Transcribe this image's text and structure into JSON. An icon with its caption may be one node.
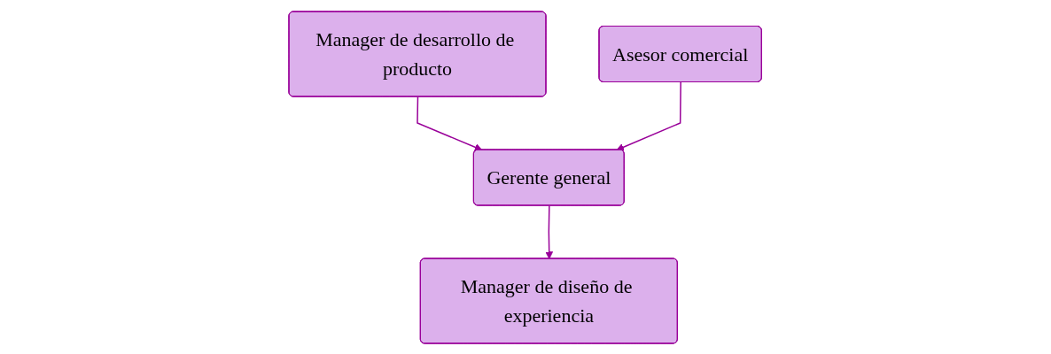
{
  "diagram": {
    "nodes": [
      {
        "text": [
          "Gerente general"
        ]
      },
      {
        "text": [
          "Manager de desarrollo de producto"
        ]
      },
      {
        "text": [
          "Manager de diseño de experiencia"
        ]
      },
      {
        "text": [
          "Asesor comercial"
        ]
      }
    ],
    "edges": [
      {
        "from": 0,
        "to": 2,
        "arrow": "to"
      },
      {
        "from": 1,
        "to": 0,
        "arrow": "to"
      },
      {
        "from": 3,
        "to": 0,
        "arrow": "to"
      }
    ]
  }
}
